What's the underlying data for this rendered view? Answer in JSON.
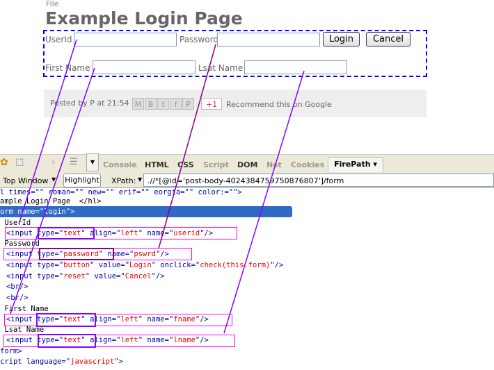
{
  "page": {
    "file_label": "File",
    "title": "Example Login Page",
    "userid_label": "UserId",
    "password_label": "Password",
    "login_button": "Login",
    "cancel_button": "Cancel",
    "firstname_label": "First Name",
    "lastname_label": "Lsat Name",
    "posted": "Posted by P at 21:54",
    "recommend": "Recommend this on Google",
    "gplus": "+1"
  },
  "firebug": {
    "tabs": [
      "Console",
      "HTML",
      "CSS",
      "Script",
      "DOM",
      "Net",
      "Cookies"
    ],
    "active_tab": "FirePath ▾",
    "window_select": "Top Window",
    "highlight": "Highlight",
    "xpath_label": "XPath:",
    "xpath_value": ".//*[@id='post-body-4024384759750876807']/form"
  },
  "code": {
    "l0": "l times=\"\" roman=\"\" new=\"\" erif=\"\" eorgia=\"\" color:=\"\">",
    "l1": "ample Login Page  </hl>",
    "l2": "orm name=\"login\">",
    "l3": " UserId",
    "l4a": "<input ",
    "l4b": "type=\"text\"",
    "l4c": " align=\"left\" name=\"userid\"/>",
    "l5": " Password",
    "l6a": "<input ",
    "l6b": "type=\"password\"",
    "l6c": " name=\"pswrd\"/>",
    "l7": "<input type=\"button\" value=\"Login\" onclick=\"check(this.form)\"/>",
    "l8": "<input type=\"reset\" value=\"Cancel\"/>",
    "l9": "<br/>",
    "l10": "<br/>",
    "l11": " First Name",
    "l12a": "<input ",
    "l12b": "type=\"text\"",
    "l12c": " align=\"left\" name=\"fname\"/>",
    "l13": " Lsat Name",
    "l14a": "<input ",
    "l14b": "type=\"text\"",
    "l14c": " align=\"left\" name=\"lname\"/>",
    "l15": "form>",
    "l16": "cript language=\"javascript\">"
  },
  "colors": {
    "annotation_box": "#ff00ff",
    "annotation_selected": "#8000ff",
    "form_outline": "#0000ff",
    "selection": "#316ac5"
  }
}
